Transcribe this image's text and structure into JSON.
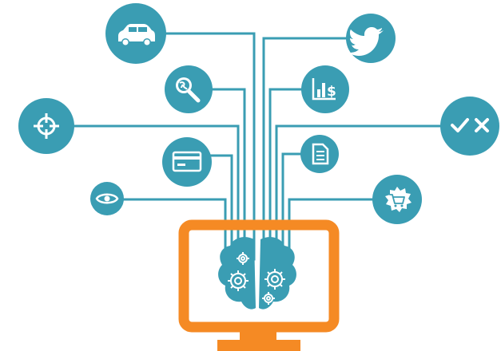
{
  "colors": {
    "teal": "#3A9DB3",
    "orange": "#F58A24",
    "white": "#FFFFFF",
    "background": "#FFFFFF"
  },
  "monitor": {
    "screen_icon": "brain-with-gears-icon"
  },
  "nodes": [
    {
      "name": "self-driving-car-icon",
      "side": "left"
    },
    {
      "name": "global-search-icon",
      "side": "left"
    },
    {
      "name": "target-crosshair-icon",
      "side": "left"
    },
    {
      "name": "credit-card-icon",
      "side": "left"
    },
    {
      "name": "eye-icon",
      "side": "left"
    },
    {
      "name": "twitter-bird-icon",
      "side": "right"
    },
    {
      "name": "bar-chart-dollar-icon",
      "side": "right"
    },
    {
      "name": "check-cross-icon",
      "side": "right"
    },
    {
      "name": "document-icon",
      "side": "right"
    },
    {
      "name": "shopping-cart-badge-icon",
      "side": "right"
    }
  ]
}
